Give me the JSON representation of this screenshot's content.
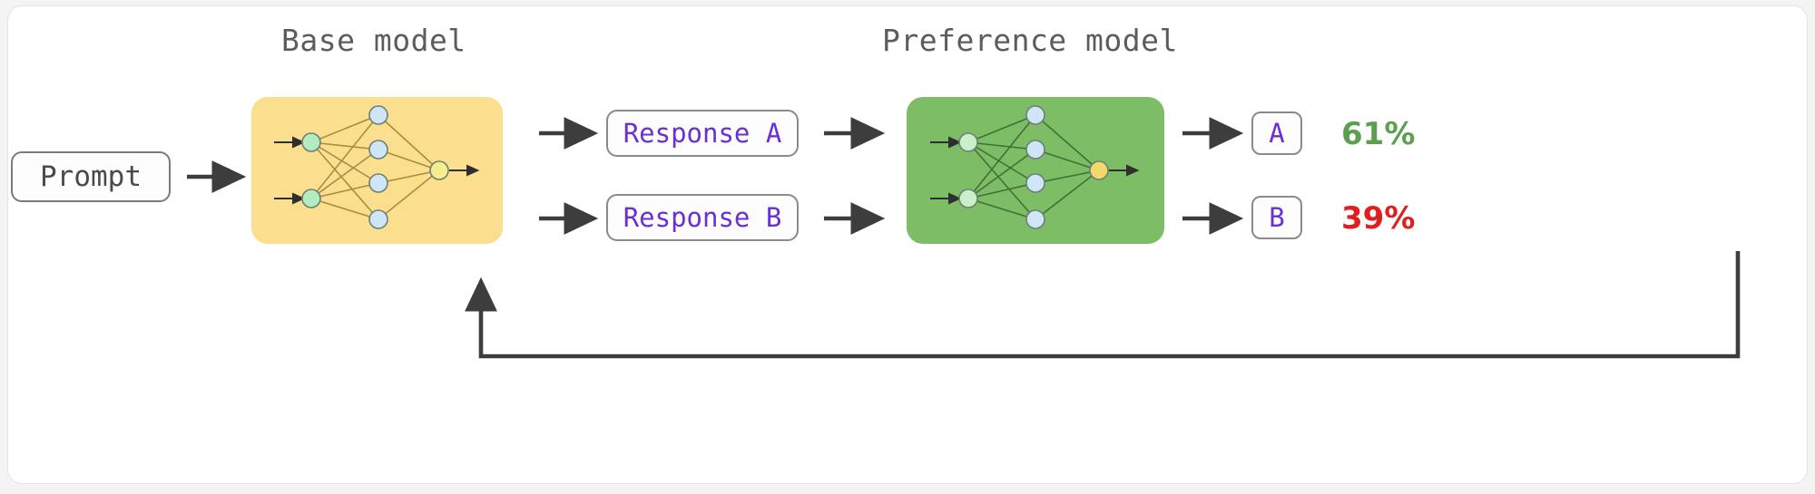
{
  "diagram": {
    "title_base_model": "Base model",
    "title_preference_model": "Preference model",
    "prompt_label": "Prompt",
    "response_a_label": "Response A",
    "response_b_label": "Response B",
    "choice_a_label": "A",
    "choice_b_label": "B",
    "percent_a": "61%",
    "percent_b": "39%"
  },
  "colors": {
    "base_panel": "#fbdf8f",
    "pref_panel": "#7dbd66",
    "response_text": "#6a2fd6",
    "percent_a_color": "#5ba04e",
    "percent_b_color": "#e02020",
    "arrow": "#3d3d3d",
    "title_text": "#5c5c5c",
    "box_border": "#8a8a8a",
    "input_node": "#b9ecc0",
    "hidden_node": "#cfe6f7",
    "output_node": "#f7e98a",
    "base_edge": "#a08a3e",
    "pref_edge": "#3f6b33"
  },
  "network": {
    "input_nodes": 2,
    "hidden_nodes": 4,
    "output_nodes": 1,
    "input_arrows": 2,
    "output_arrows": 1
  },
  "flow": {
    "arrows": [
      "prompt-to-base",
      "base-to-response-a",
      "base-to-response-b",
      "response-a-to-preference",
      "response-b-to-preference",
      "preference-to-choice-a",
      "preference-to-choice-b",
      "feedback-loop-to-base"
    ]
  },
  "icons": {
    "right_arrow": "right-arrow-icon",
    "up_arrow": "up-arrow-icon"
  }
}
